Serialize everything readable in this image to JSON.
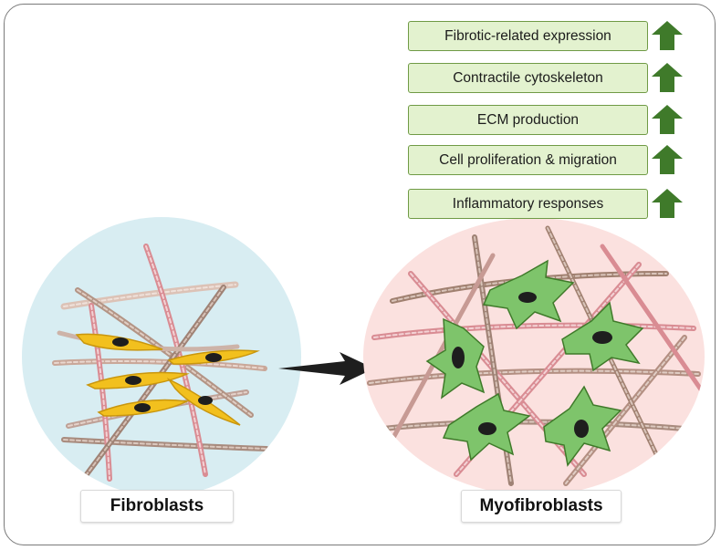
{
  "effects": [
    {
      "label": "Fibrotic-related expression",
      "trend": "up"
    },
    {
      "label": "Contractile cytoskeleton",
      "trend": "up"
    },
    {
      "label": "ECM production",
      "trend": "up"
    },
    {
      "label": "Cell proliferation & migration",
      "trend": "up"
    },
    {
      "label": "Inflammatory responses",
      "trend": "up"
    }
  ],
  "left_panel": {
    "label": "Fibroblasts",
    "color": "#d8edf2"
  },
  "right_panel": {
    "label": "Myofibroblasts",
    "color": "#fbe1df"
  },
  "colors": {
    "fibroblast_cell": "#f2c01e",
    "myofibroblast_cell": "#7ec46b",
    "nucleus": "#1e1e1e",
    "arrow_up": "#3f7a2a",
    "box_fill": "#e3f2cf",
    "fiber_pink": "#d98c93",
    "fiber_brown": "#a08070"
  }
}
